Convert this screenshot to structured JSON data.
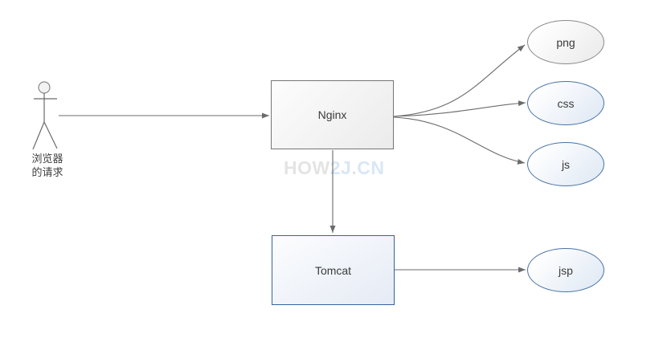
{
  "diagram": {
    "actor": {
      "line1": "浏览器",
      "line2": "的请求"
    },
    "nodes": {
      "nginx": {
        "label": "Nginx",
        "shape": "rectangle",
        "theme": "gray"
      },
      "tomcat": {
        "label": "Tomcat",
        "shape": "rectangle",
        "theme": "blue"
      },
      "png": {
        "label": "png",
        "shape": "ellipse",
        "theme": "gray"
      },
      "css": {
        "label": "css",
        "shape": "ellipse",
        "theme": "blue"
      },
      "js": {
        "label": "js",
        "shape": "ellipse",
        "theme": "blue"
      },
      "jsp": {
        "label": "jsp",
        "shape": "ellipse",
        "theme": "blue"
      }
    },
    "edges": [
      {
        "from": "browser-actor",
        "to": "nginx",
        "style": "straight-horizontal"
      },
      {
        "from": "nginx",
        "to": "png",
        "style": "curved"
      },
      {
        "from": "nginx",
        "to": "css",
        "style": "curved"
      },
      {
        "from": "nginx",
        "to": "js",
        "style": "curved"
      },
      {
        "from": "nginx",
        "to": "tomcat",
        "style": "straight-vertical"
      },
      {
        "from": "tomcat",
        "to": "jsp",
        "style": "straight-horizontal"
      }
    ],
    "watermark": {
      "part1": "HOW",
      "part2": "2J",
      "part3": ".",
      "part4": "CN"
    },
    "colors": {
      "gray_node_border": "#757575",
      "gray_node_fill": "#ebebeb",
      "blue_node_border": "#35639c",
      "blue_ellipse_border": "#4a74a6",
      "blue_node_fill": "#dde7f3",
      "arrow": "#6b6b6b",
      "watermark_gray": "#e4e4e4",
      "watermark_blue": "#d9e7f5"
    }
  }
}
